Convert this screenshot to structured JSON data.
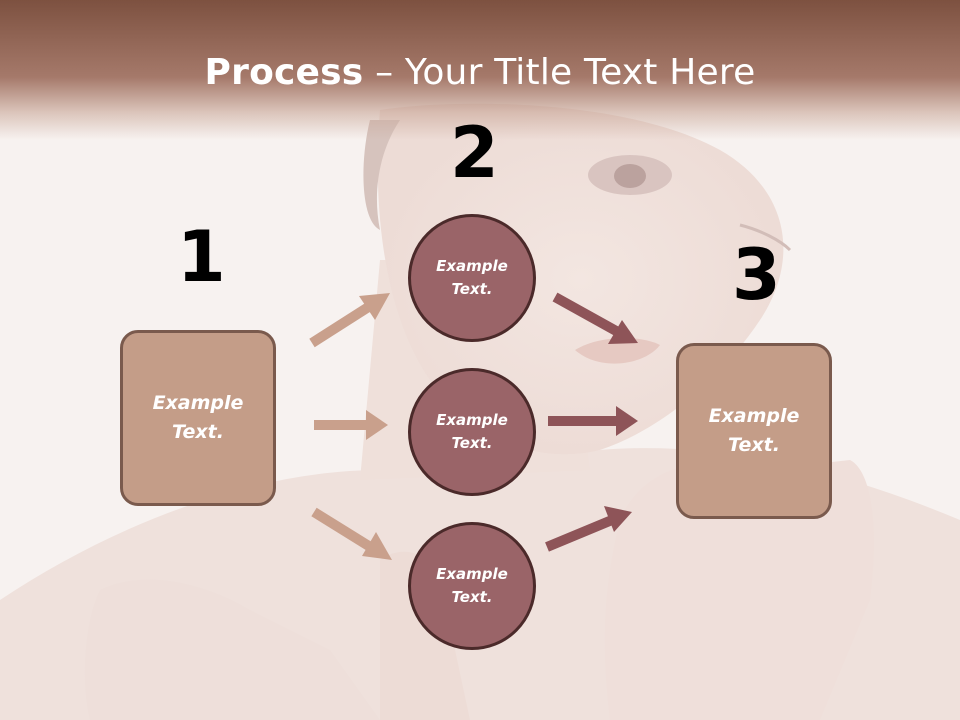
{
  "title": {
    "bold": "Process",
    "rest": " – Your Title Text Here"
  },
  "steps": {
    "one": "1",
    "two": "2",
    "three": "3"
  },
  "box_left": {
    "text": "Example\nText."
  },
  "circle_top": {
    "text": "Example\nText."
  },
  "circle_mid": {
    "text": "Example\nText."
  },
  "circle_bottom": {
    "text": "Example\nText."
  },
  "box_right": {
    "text": "Example\nText."
  },
  "colors": {
    "title_band": "#7d5140",
    "box_fill": "#c49d88",
    "box_border": "#7a5a4d",
    "circle_fill": "#9a6468",
    "circle_border": "#4b2a2a",
    "arrow_light": "#c9a08c",
    "arrow_dark": "#8e5458"
  }
}
